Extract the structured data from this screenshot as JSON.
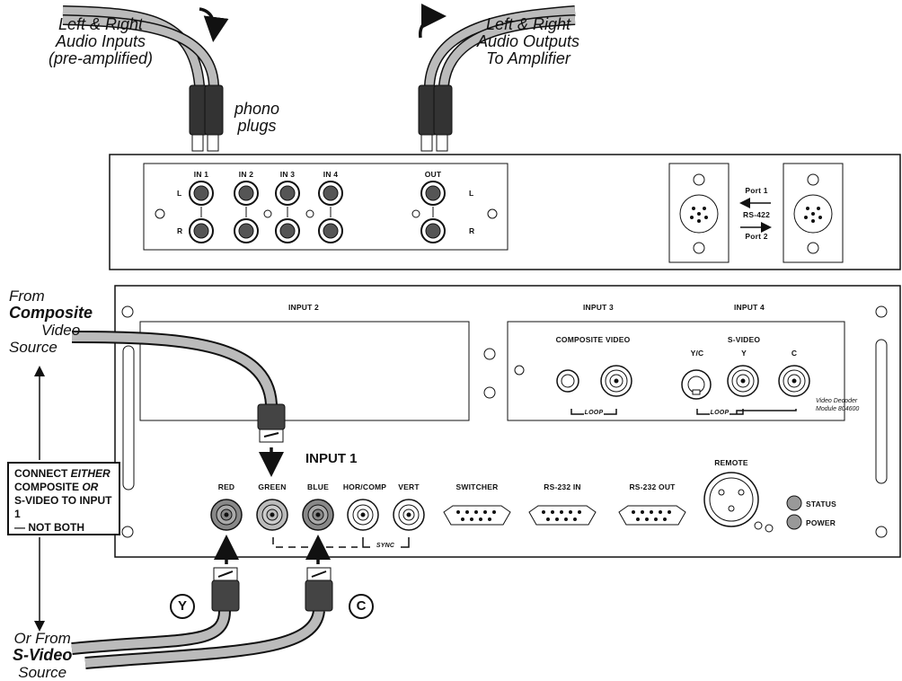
{
  "audio": {
    "inputs_label": [
      "Left & Right",
      "Audio Inputs",
      "(pre-amplified)"
    ],
    "outputs_label": [
      "Left & Right",
      "Audio Outputs",
      "To Amplifier"
    ],
    "phono_label": [
      "phono",
      "plugs"
    ]
  },
  "audio_panel": {
    "jacks": [
      "IN 1",
      "IN 2",
      "IN 3",
      "IN 4",
      "OUT"
    ],
    "left": "L",
    "right": "R",
    "port1": "Port 1",
    "rs422": "RS-422",
    "port2": "Port 2"
  },
  "main_panel": {
    "input2": "INPUT 2",
    "input3": "INPUT 3",
    "input4": "INPUT 4",
    "composite_video": "COMPOSITE VIDEO",
    "s_video": "S-VIDEO",
    "yc": "Y/C",
    "y": "Y",
    "c": "C",
    "loop": "LOOP",
    "decoder": [
      "Video Decoder",
      "Module 804600"
    ],
    "input1": "INPUT 1",
    "bnc": [
      "RED",
      "GREEN",
      "BLUE",
      "HOR/COMP",
      "VERT"
    ],
    "sync": "SYNC",
    "switcher": "SWITCHER",
    "rs232in": "RS-232 IN",
    "rs232out": "RS-232 OUT",
    "remote": "REMOTE",
    "status": "STATUS",
    "power": "POWER"
  },
  "sources": {
    "composite": [
      "From",
      "Composite",
      "Video",
      "Source"
    ],
    "svideo": [
      "Or From",
      "S-Video",
      "Source"
    ]
  },
  "note": {
    "line1a": "CONNECT ",
    "line1b": "EITHER",
    "line2a": "COMPOSITE ",
    "line2b": "OR",
    "line3": "S-VIDEO TO INPUT 1",
    "line4": "— NOT BOTH"
  },
  "markers": {
    "y": "Y",
    "c": "C"
  }
}
